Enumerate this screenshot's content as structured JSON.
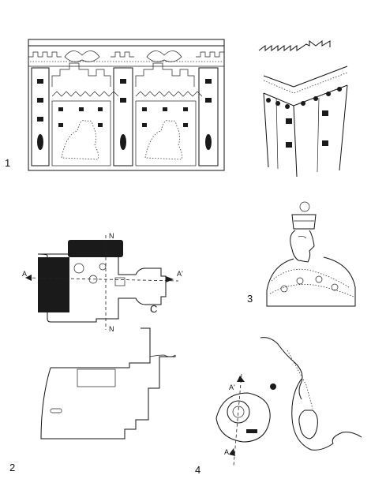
{
  "figures": [
    {
      "number": "1",
      "subject": "decorated-wall-elevation"
    },
    {
      "number": "2",
      "subject": "tomb-plan-and-section"
    },
    {
      "number": "3",
      "subject": "crowned-figure-drawing"
    },
    {
      "number": "4",
      "subject": "cave-plan-with-vessel"
    }
  ],
  "fig2": {
    "section_mark_left": "A",
    "section_mark_right": "A'",
    "north_mark_top": "N",
    "north_mark_bottom": "N",
    "side_letter": "C"
  },
  "fig4": {
    "section_mark_top": "A'",
    "section_mark_bottom": "A"
  }
}
